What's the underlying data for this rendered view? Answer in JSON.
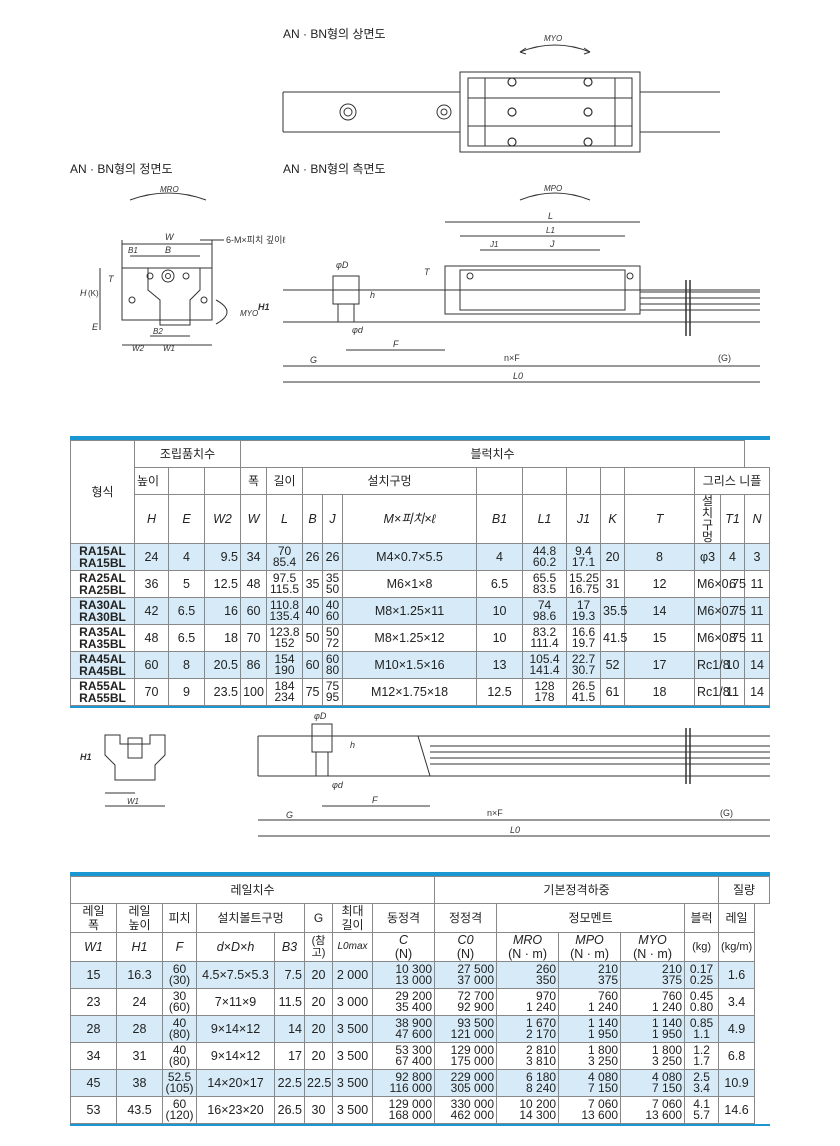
{
  "views": {
    "top_title": "AN · BN형의 상면도",
    "front_title": "AN · BN형의 정면도",
    "side_title": "AN · BN형의 측면도",
    "labels": {
      "myo": "MYO",
      "mro": "MRO",
      "mpo": "MPO",
      "W": "W",
      "B": "B",
      "B1": "B1",
      "B2": "B2",
      "W2": "W2",
      "W1": "W1",
      "H": "H",
      "K": "(K)",
      "T": "T",
      "E": "E",
      "H1": "H1",
      "mx": "6-M×피치 깊이ℓ",
      "D": "φD",
      "d": "φd",
      "h": "h",
      "F": "F",
      "G": "G",
      "L": "L",
      "L1": "L1",
      "J": "J",
      "J1": "J1",
      "nF": "n×F",
      "Gp": "(G)",
      "L0": "L0"
    }
  },
  "table1": {
    "h_model": "형식",
    "h_assembly": "조립품치수",
    "h_block": "블럭치수",
    "h_height": "높이",
    "h_width": "폭",
    "h_length": "길이",
    "h_hole": "설치구멍",
    "h_grease": "그리스 니플",
    "h_hole2": "설치구멍",
    "sym": [
      "H",
      "E",
      "W2",
      "W",
      "L",
      "B",
      "J",
      "M×피치×ℓ",
      "B1",
      "L1",
      "J1",
      "K",
      "T",
      "T1",
      "N"
    ],
    "rows": [
      {
        "m1": "RA15AL",
        "m2": "RA15BL",
        "H": "24",
        "E": "4",
        "W2": "9.5",
        "W": "34",
        "L1v": "70",
        "L2v": "85.4",
        "B": "26",
        "J": "26",
        "M": "M4×0.7×5.5",
        "B1": "4",
        "LL1": "44.8",
        "LL2": "60.2",
        "J11": "9.4",
        "J12": "17.1",
        "K": "20",
        "T": "8",
        "G": "φ3",
        "T1": "4",
        "N": "3"
      },
      {
        "m1": "RA25AL",
        "m2": "RA25BL",
        "H": "36",
        "E": "5",
        "W2": "12.5",
        "W": "48",
        "L1v": "97.5",
        "L2v": "115.5",
        "B": "35",
        "J1v": "35",
        "J2v": "50",
        "M": "M6×1×8",
        "B1": "6.5",
        "LL1": "65.5",
        "LL2": "83.5",
        "J11": "15.25",
        "J12": "16.75",
        "K": "31",
        "T": "12",
        "G": "M6×0.75",
        "T1": "6",
        "N": "11"
      },
      {
        "m1": "RA30AL",
        "m2": "RA30BL",
        "H": "42",
        "E": "6.5",
        "W2": "16",
        "W": "60",
        "L1v": "110.8",
        "L2v": "135.4",
        "B": "40",
        "J1v": "40",
        "J2v": "60",
        "M": "M8×1.25×11",
        "B1": "10",
        "LL1": "74",
        "LL2": "98.6",
        "J11": "17",
        "J12": "19.3",
        "K": "35.5",
        "T": "14",
        "G": "M6×0.75",
        "T1": "7",
        "N": "11"
      },
      {
        "m1": "RA35AL",
        "m2": "RA35BL",
        "H": "48",
        "E": "6.5",
        "W2": "18",
        "W": "70",
        "L1v": "123.8",
        "L2v": "152",
        "B": "50",
        "J1v": "50",
        "J2v": "72",
        "M": "M8×1.25×12",
        "B1": "10",
        "LL1": "83.2",
        "LL2": "111.4",
        "J11": "16.6",
        "J12": "19.7",
        "K": "41.5",
        "T": "15",
        "G": "M6×0.75",
        "T1": "8",
        "N": "11"
      },
      {
        "m1": "RA45AL",
        "m2": "RA45BL",
        "H": "60",
        "E": "8",
        "W2": "20.5",
        "W": "86",
        "L1v": "154",
        "L2v": "190",
        "B": "60",
        "J1v": "60",
        "J2v": "80",
        "M": "M10×1.5×16",
        "B1": "13",
        "LL1": "105.4",
        "LL2": "141.4",
        "J11": "22.7",
        "J12": "30.7",
        "K": "52",
        "T": "17",
        "G": "Rc1/8",
        "T1": "10",
        "N": "14"
      },
      {
        "m1": "RA55AL",
        "m2": "RA55BL",
        "H": "70",
        "E": "9",
        "W2": "23.5",
        "W": "100",
        "L1v": "184",
        "L2v": "234",
        "B": "75",
        "J1v": "75",
        "J2v": "95",
        "M": "M12×1.75×18",
        "B1": "12.5",
        "LL1": "128",
        "LL2": "178",
        "J11": "26.5",
        "J12": "41.5",
        "K": "61",
        "T": "18",
        "G": "Rc1/8",
        "T1": "11",
        "N": "14"
      }
    ]
  },
  "table2": {
    "h_rail": "레일치수",
    "h_load": "기본정격하중",
    "h_mass": "질량",
    "h_rw1": "레일",
    "h_rw2": "폭",
    "h_rh1": "레일",
    "h_rh2": "높이",
    "h_pitch": "피치",
    "h_bolt": "설치볼트구멍",
    "h_g": "G",
    "h_max1": "최대",
    "h_max2": "길이",
    "h_dyn": "동정격",
    "h_sta": "정정격",
    "h_mom": "정모멘트",
    "h_block": "블럭",
    "h_rail2": "레일",
    "s_w1": "W1",
    "s_h1": "H1",
    "s_f": "F",
    "s_dd": "d×D×h",
    "s_b3": "B3",
    "s_ref": "(참고)",
    "s_lo": "L0max",
    "s_c": "C",
    "s_c0": "C0",
    "s_mro": "MRO",
    "s_mpo": "MPO",
    "s_myo": "MYO",
    "u_n": "(N)",
    "u_nm": "(N · m)",
    "u_kg": "(kg)",
    "u_kgm": "(kg/m)",
    "rows": [
      {
        "W1": "15",
        "H1": "16.3",
        "F1": "60",
        "F2": "(30)",
        "d": "4.5×7.5×5.3",
        "B3": "7.5",
        "G": "20",
        "L": "2 000",
        "C1": "10 300",
        "C2": "13 000",
        "C01": "27 500",
        "C02": "37 000",
        "MR1": "260",
        "MR2": "350",
        "MP1": "210",
        "MP2": "375",
        "MY1": "210",
        "MY2": "375",
        "kg1": "0.17",
        "kg2": "0.25",
        "kgm": "1.6"
      },
      {
        "W1": "23",
        "H1": "24",
        "F1": "30",
        "F2": "(60)",
        "d": "7×11×9",
        "B3": "11.5",
        "G": "20",
        "L": "3 000",
        "C1": "29 200",
        "C2": "35 400",
        "C01": "72 700",
        "C02": "92 900",
        "MR1": "970",
        "MR2": "1 240",
        "MP1": "760",
        "MP2": "1 240",
        "MY1": "760",
        "MY2": "1 240",
        "kg1": "0.45",
        "kg2": "0.80",
        "kgm": "3.4"
      },
      {
        "W1": "28",
        "H1": "28",
        "F1": "40",
        "F2": "(80)",
        "d": "9×14×12",
        "B3": "14",
        "G": "20",
        "L": "3 500",
        "C1": "38 900",
        "C2": "47 600",
        "C01": "93 500",
        "C02": "121 000",
        "MR1": "1 670",
        "MR2": "2 170",
        "MP1": "1 140",
        "MP2": "1 950",
        "MY1": "1 140",
        "MY2": "1 950",
        "kg1": "0.85",
        "kg2": "1.1",
        "kgm": "4.9"
      },
      {
        "W1": "34",
        "H1": "31",
        "F1": "40",
        "F2": "(80)",
        "d": "9×14×12",
        "B3": "17",
        "G": "20",
        "L": "3 500",
        "C1": "53 300",
        "C2": "67 400",
        "C01": "129 000",
        "C02": "175 000",
        "MR1": "2 810",
        "MR2": "3 810",
        "MP1": "1 800",
        "MP2": "3 250",
        "MY1": "1 800",
        "MY2": "3 250",
        "kg1": "1.2",
        "kg2": "1.7",
        "kgm": "6.8"
      },
      {
        "W1": "45",
        "H1": "38",
        "F1": "52.5",
        "F2": "(105)",
        "d": "14×20×17",
        "B3": "22.5",
        "G": "22.5",
        "L": "3 500",
        "C1": "92 800",
        "C2": "116 000",
        "C01": "229 000",
        "C02": "305 000",
        "MR1": "6 180",
        "MR2": "8 240",
        "MP1": "4 080",
        "MP2": "7 150",
        "MY1": "4 080",
        "MY2": "7 150",
        "kg1": "2.5",
        "kg2": "3.4",
        "kgm": "10.9"
      },
      {
        "W1": "53",
        "H1": "43.5",
        "F1": "60",
        "F2": "(120)",
        "d": "16×23×20",
        "B3": "26.5",
        "G": "30",
        "L": "3 500",
        "C1": "129 000",
        "C2": "168 000",
        "C01": "330 000",
        "C02": "462 000",
        "MR1": "10 200",
        "MR2": "14 300",
        "MP1": "7 060",
        "MP2": "13 600",
        "MY1": "7 060",
        "MY2": "13 600",
        "kg1": "4.1",
        "kg2": "5.7",
        "kgm": "14.6"
      }
    ]
  }
}
